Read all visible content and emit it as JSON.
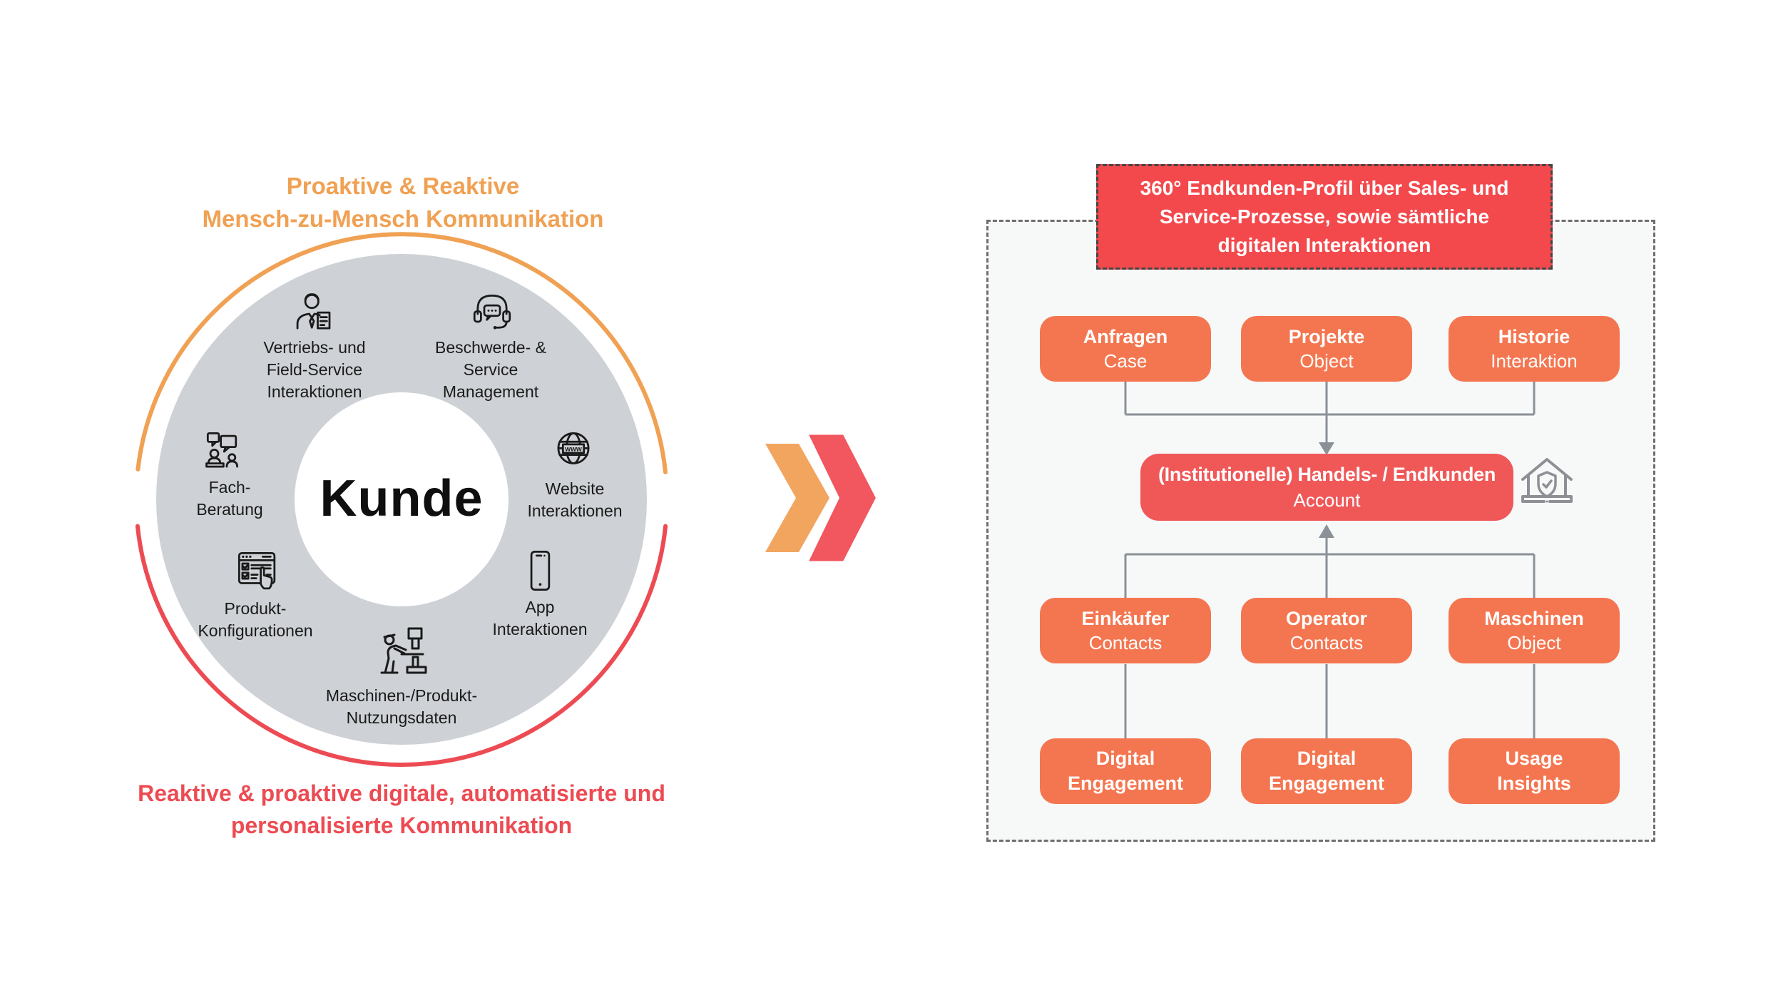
{
  "left_diagram": {
    "top_title": "Proaktive & Reaktive\nMensch-zu-Mensch Kommunikation",
    "center_label": "Kunde",
    "globe_icon_text": "www",
    "items": [
      {
        "icon": "salesperson-icon",
        "label": "Vertriebs- und\nField-Service\nInteraktionen"
      },
      {
        "icon": "headset-icon",
        "label": "Beschwerde- &\nService\nManagement"
      },
      {
        "icon": "consultation-icon",
        "label": "Fach-\nBeratung"
      },
      {
        "icon": "product-configurator-icon",
        "label": "Produkt-\nKonfigurationen"
      },
      {
        "icon": "globe-icon",
        "label": "Website\nInteraktionen"
      },
      {
        "icon": "smartphone-icon",
        "label": "App\nInteraktionen"
      },
      {
        "icon": "machine-operator-icon",
        "label": "Maschinen-/Produkt-\nNutzungsdaten"
      }
    ],
    "bottom_title": "Reaktive & proaktive digitale, automatisierte und\npersonalisierte Kommunikation"
  },
  "right_diagram": {
    "header": "360° Endkunden-Profil über Sales- und\nService-Prozesse, sowie sämtliche\ndigitalen Interaktionen",
    "top_row": [
      {
        "title": "Anfragen",
        "subtitle": "Case"
      },
      {
        "title": "Projekte",
        "subtitle": "Object"
      },
      {
        "title": "Historie",
        "subtitle": "Interaktion"
      }
    ],
    "account": {
      "title": "(Institutionelle) Handels- / Endkunden",
      "subtitle": "Account"
    },
    "middle_row": [
      {
        "title": "Einkäufer",
        "subtitle": "Contacts"
      },
      {
        "title": "Operator",
        "subtitle": "Contacts"
      },
      {
        "title": "Maschinen",
        "subtitle": "Object"
      }
    ],
    "bottom_row": [
      {
        "label": "Digital\nEngagement"
      },
      {
        "label": "Digital\nEngagement"
      },
      {
        "label": "Usage\nInsights"
      }
    ],
    "house_icon": "house-shield-icon"
  },
  "palette": {
    "orange_accent": "#F0A153",
    "red_accent": "#ED4B53",
    "donut_gray": "#CED1D5",
    "box_orange": "#F47650",
    "account_red": "#F05858",
    "header_red": "#F3494D",
    "chevron_orange": "#F2A55F",
    "chevron_red": "#F2565E",
    "connector_gray": "#8A9197"
  }
}
